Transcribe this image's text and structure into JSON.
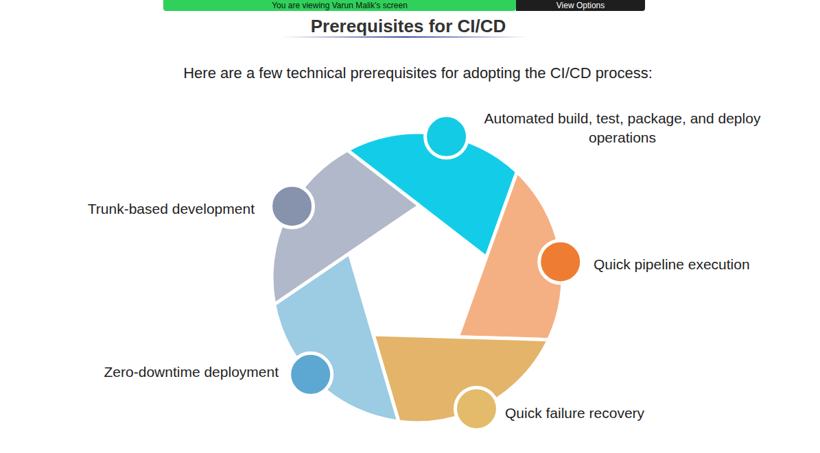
{
  "diagram": {
    "title": "Prerequisites for CI/CD",
    "nodes": [
      {
        "text": [
          "Automated build, test, package, and deploy operations"
        ]
      },
      {
        "text": [
          "Quick pipeline execution"
        ]
      },
      {
        "text": [
          "Quick failure recovery"
        ]
      },
      {
        "text": [
          "Zero-downtime deployment"
        ]
      },
      {
        "text": [
          "Trunk-based development"
        ]
      }
    ],
    "labels": [
      "You are viewing Varun Malik's screen",
      "View Options",
      "Here are a few technical prerequisites for adopting the CI/CD process:"
    ]
  }
}
